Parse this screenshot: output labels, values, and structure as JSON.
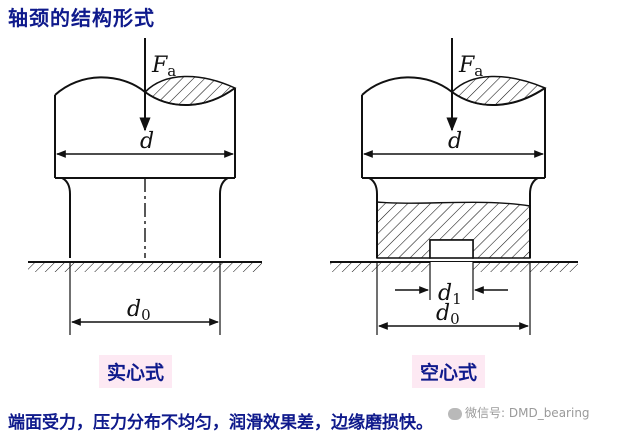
{
  "title": "轴颈的结构形式",
  "labels": {
    "force_main": "F",
    "force_sub": "a",
    "diameter": "d",
    "d0_main": "d",
    "d0_sub": "0",
    "d1_main": "d",
    "d1_sub": "1"
  },
  "captions": {
    "solid": "实心式",
    "hollow": "空心式"
  },
  "footer": "端面受力，压力分布不均匀，润滑效果差，边缘磨损快。",
  "watermark": "微信号: DMD_bearing",
  "colors": {
    "title_text": "#0f1a8c",
    "caption_background": "#fde9f3",
    "line": "#111111"
  }
}
